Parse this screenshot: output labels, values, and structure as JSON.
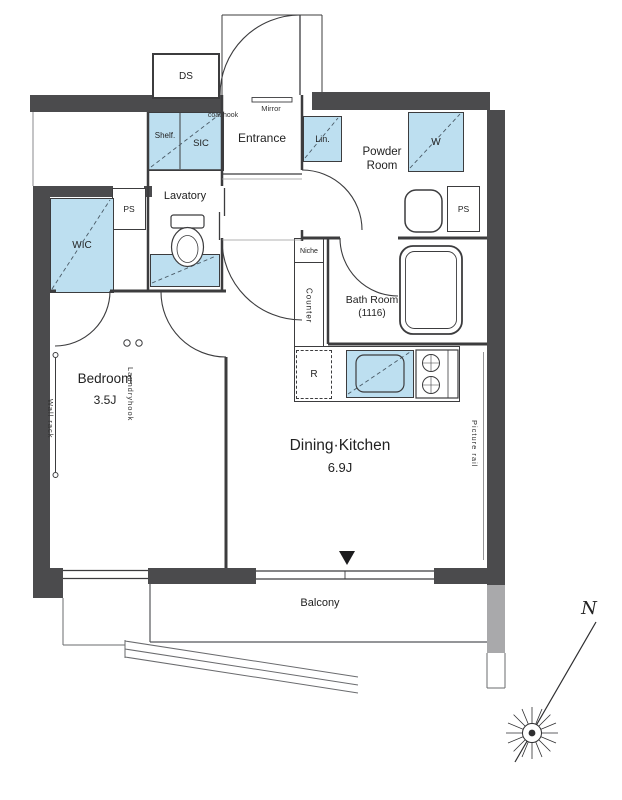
{
  "rooms": {
    "entrance": "Entrance",
    "powder1": "Powder",
    "powder2": "Room",
    "lavatory": "Lavatory",
    "bath": "Bath Room",
    "bath_size": "(1116)",
    "bedroom": "Bedroom",
    "bedroom_size": "3.5J",
    "dk": "Dining·Kitchen",
    "dk_size": "6.9J",
    "balcony": "Balcony"
  },
  "storage": {
    "ds": "DS",
    "shelf": "Shelf.",
    "sic": "SIC",
    "lin": "Lin.",
    "w": "W",
    "ps_left": "PS",
    "ps_right": "PS",
    "wic": "WIC",
    "fridge": "R",
    "niche": "Niche",
    "counter": "Counter"
  },
  "fixtures": {
    "mirror": "Mirror",
    "coat_hook": "coat hook",
    "wall_rack": "Wall rack",
    "laundry_hook": "Laundryhook",
    "picture_rail": "Picture rail"
  },
  "compass": {
    "north": "N"
  },
  "colors": {
    "wall": "#4b4b4d",
    "wall_light": "#a9a9ab",
    "closet_fill": "#bddff0",
    "line": "#3c3c3e"
  }
}
